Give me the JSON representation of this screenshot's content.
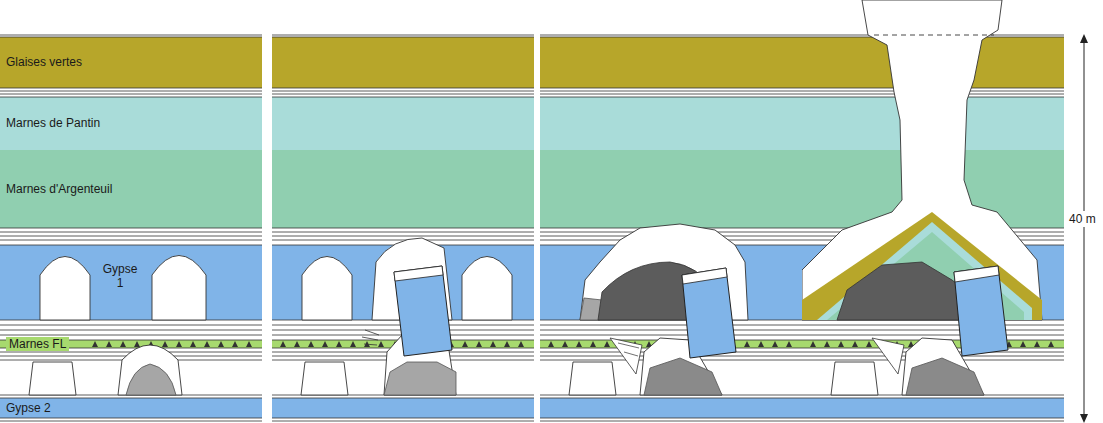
{
  "diagram": {
    "nodes": [
      {
        "text": [
          "Glaises vertes"
        ]
      },
      {
        "text": [
          "Marnes de Pantin"
        ]
      },
      {
        "text": [
          "Marnes d'Argenteuil"
        ]
      },
      {
        "text": [
          "Gypse 1"
        ]
      },
      {
        "text": [
          "Marnes FL"
        ]
      },
      {
        "text": [
          "Gypse 2"
        ]
      }
    ],
    "labels": [
      "40 m"
    ]
  }
}
